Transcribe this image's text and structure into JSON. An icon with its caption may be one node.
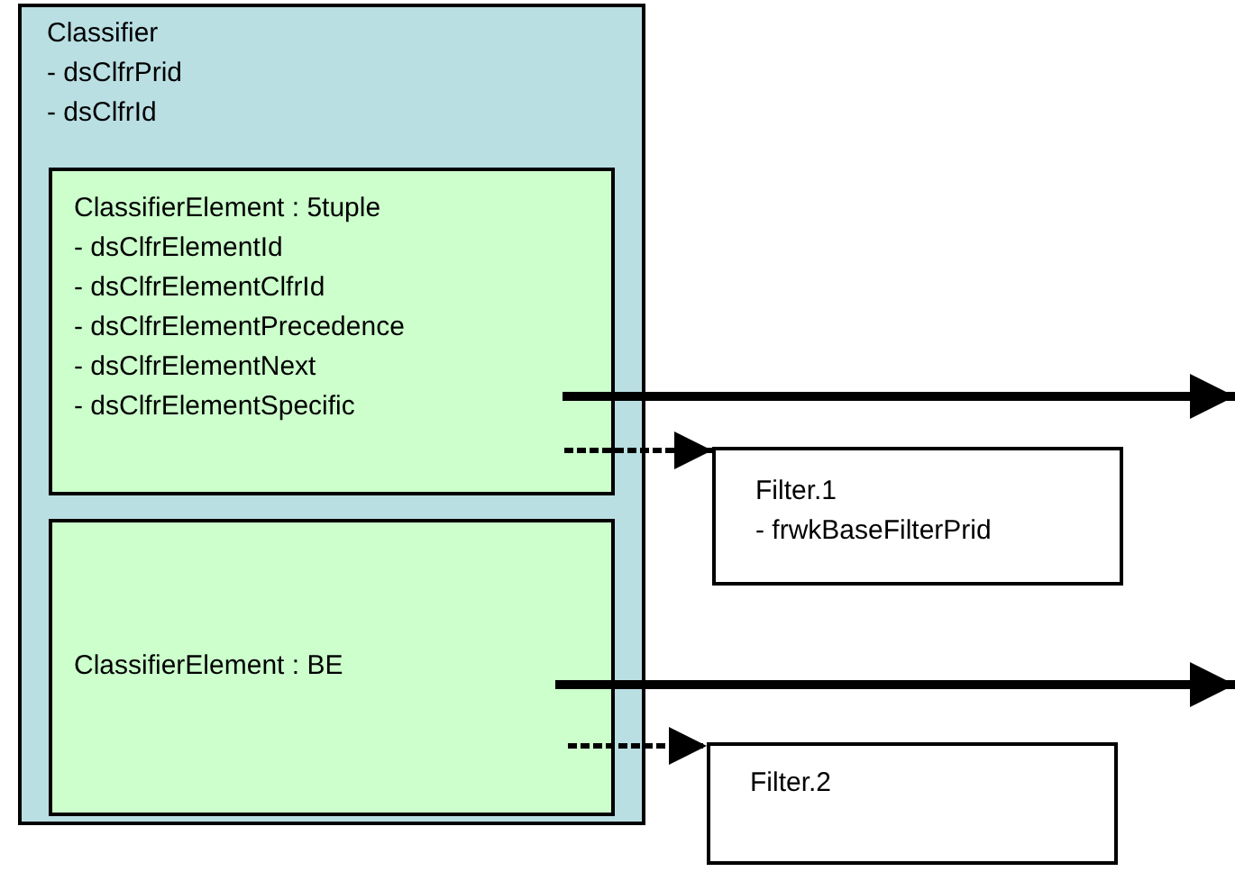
{
  "diagram": {
    "nodes": [
      {
        "text": [
          "Classifier",
          "- dsClfrPrid",
          "- dsClfrId"
        ]
      },
      {
        "text": [
          "ClassifierElement : 5tuple",
          "- dsClfrElementId",
          "- dsClfrElementClfrId",
          "- dsClfrElementPrecedence",
          "- dsClfrElementNext",
          "- dsClfrElementSpecific"
        ],
        "in": 0
      },
      {
        "text": [
          "Filter.1",
          "- frwkBaseFilterPrid"
        ]
      },
      {
        "text": [
          "ClassifierElement : BE"
        ],
        "in": 0
      },
      {
        "text": [
          "Filter.2"
        ]
      }
    ],
    "edges": [
      {
        "from": 1,
        "to": null,
        "arrow": "to"
      },
      {
        "from": 1,
        "to": 2,
        "arrow": "to",
        "style": "dashed"
      },
      {
        "from": 3,
        "to": null,
        "arrow": "to"
      },
      {
        "from": 3,
        "to": 4,
        "arrow": "to",
        "style": "dashed"
      }
    ]
  }
}
